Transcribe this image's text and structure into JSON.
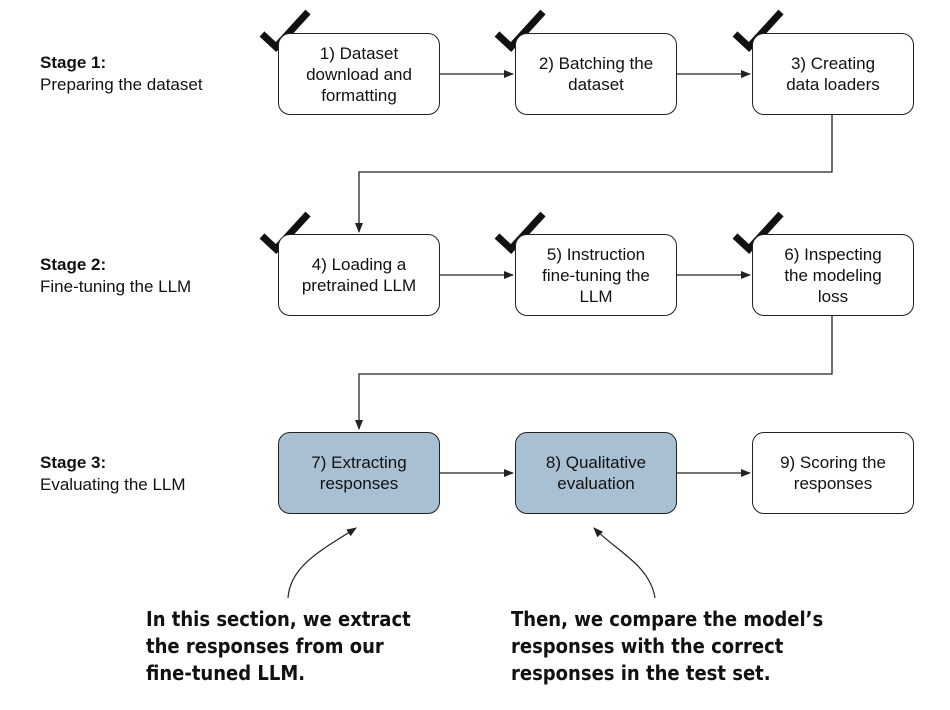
{
  "stages": [
    {
      "title": "Stage 1:",
      "subtitle": "Preparing the dataset"
    },
    {
      "title": "Stage 2:",
      "subtitle": "Fine-tuning the LLM"
    },
    {
      "title": "Stage 3:",
      "subtitle": "Evaluating the LLM"
    }
  ],
  "steps": [
    {
      "label": "1) Dataset\ndownload and\nformatting",
      "checked": true,
      "highlighted": false
    },
    {
      "label": "2) Batching the\ndataset",
      "checked": true,
      "highlighted": false
    },
    {
      "label": "3) Creating\ndata loaders",
      "checked": true,
      "highlighted": false
    },
    {
      "label": "4) Loading a\npretrained LLM",
      "checked": true,
      "highlighted": false
    },
    {
      "label": "5) Instruction\nfine-tuning the\nLLM",
      "checked": true,
      "highlighted": false
    },
    {
      "label": "6) Inspecting\nthe modeling\nloss",
      "checked": true,
      "highlighted": false
    },
    {
      "label": "7) Extracting\nresponses",
      "checked": false,
      "highlighted": true
    },
    {
      "label": "8) Qualitative\nevaluation",
      "checked": false,
      "highlighted": true
    },
    {
      "label": "9) Scoring the\nresponses",
      "checked": false,
      "highlighted": false
    }
  ],
  "notes": [
    {
      "text": "In this section, we extract\nthe responses from our\nfine-tuned LLM."
    },
    {
      "text": "Then, we compare the model’s\nresponses with the correct\nresponses in the test set."
    }
  ],
  "colors": {
    "highlight": "#a9c0d3",
    "stroke": "#222222",
    "check": "#111111"
  }
}
